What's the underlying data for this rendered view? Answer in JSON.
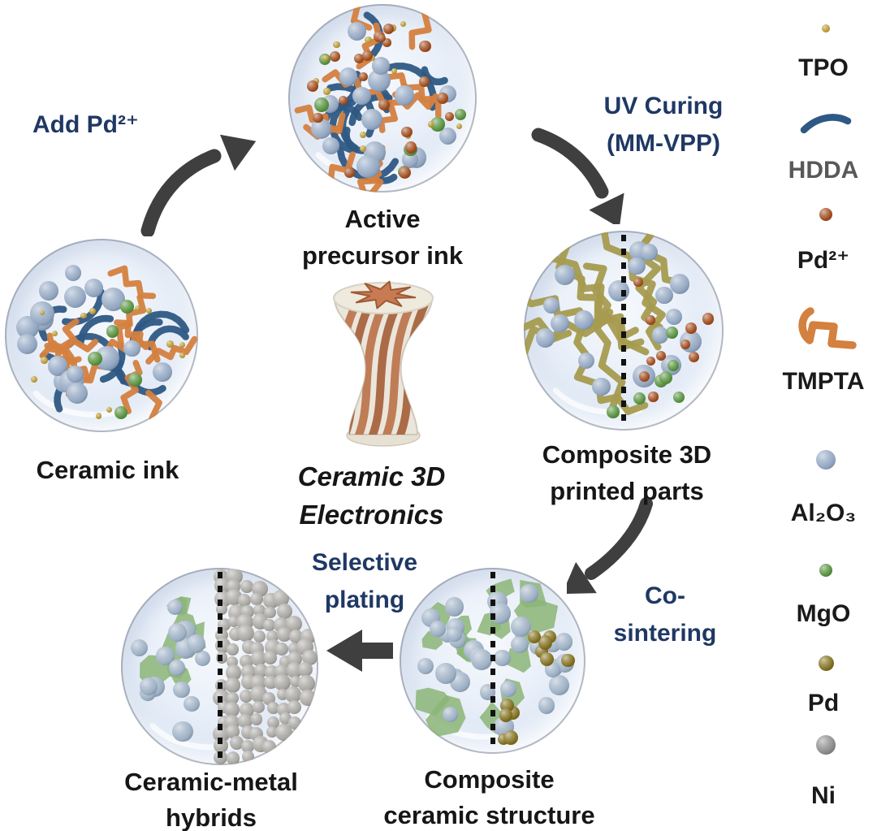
{
  "figure": {
    "type": "process-flow-diagram",
    "topic": "Ceramic 3D Electronics fabrication cycle"
  },
  "steps": {
    "add_pd": {
      "label": "Add Pd²⁺"
    },
    "uv_curing": {
      "line1": "UV Curing",
      "line2": "(MM-VPP)"
    },
    "co_sintering": {
      "line1": "Co-",
      "line2": "sintering"
    },
    "selective_plating": {
      "line1": "Selective",
      "line2": "plating"
    }
  },
  "nodes": {
    "ceramic_ink": {
      "label": "Ceramic ink",
      "materials": [
        "HDDA",
        "TMPTA",
        "TPO",
        "Al₂O₃",
        "MgO"
      ]
    },
    "active_ink": {
      "line1": "Active",
      "line2": "precursor ink",
      "materials": [
        "HDDA",
        "TMPTA",
        "TPO",
        "Al₂O₃",
        "MgO",
        "Pd²⁺"
      ]
    },
    "composite_printed": {
      "line1": "Composite 3D",
      "line2": "printed parts",
      "materials_left": [
        "Al₂O₃",
        "MgO"
      ],
      "materials_right": [
        "Al₂O₃",
        "MgO",
        "Pd²⁺"
      ]
    },
    "center_caption": {
      "line1": "Ceramic 3D",
      "line2": "Electronics"
    },
    "composite_ceramic": {
      "line1": "Composite",
      "line2": "ceramic structure",
      "materials_left": [
        "Al₂O₃",
        "MgO"
      ],
      "materials_right": [
        "Al₂O₃",
        "MgO",
        "Pd"
      ]
    },
    "ceramic_metal_hybrids": {
      "line1": "Ceramic-metal",
      "line2": "hybrids",
      "materials_left": [
        "Al₂O₃",
        "MgO"
      ],
      "materials_right": [
        "Ni"
      ]
    }
  },
  "legend": {
    "items": [
      {
        "label": "TPO",
        "icon": "sphere-icon",
        "color": "#b99a35",
        "size": "xs",
        "label_color": "#1a1a1a"
      },
      {
        "label": "HDDA",
        "icon": "curve-icon",
        "color": "#2e5984",
        "size": "",
        "label_color": "#595959"
      },
      {
        "label": "Pd²⁺",
        "icon": "sphere-icon",
        "color": "#a04c1d",
        "size": "sm",
        "label_color": "#1a1a1a"
      },
      {
        "label": "TMPTA",
        "icon": "squiggle-icon",
        "color": "#d4803f",
        "size": "",
        "label_color": "#1a1a1a"
      },
      {
        "label": "Al₂O₃",
        "icon": "sphere-icon",
        "color": "#93a7c2",
        "size": "lg",
        "label_color": "#1a1a1a"
      },
      {
        "label": "MgO",
        "icon": "sphere-icon",
        "color": "#57923f",
        "size": "sm",
        "label_color": "#1a1a1a"
      },
      {
        "label": "Pd",
        "icon": "sphere-icon",
        "color": "#82701f",
        "size": "md",
        "label_color": "#1a1a1a"
      },
      {
        "label": "Ni",
        "icon": "sphere-icon",
        "color": "#8c8c8c",
        "size": "lg",
        "label_color": "#1a1a1a"
      }
    ]
  },
  "colors": {
    "step_text": "#1f3864",
    "node_text": "#161616",
    "arrow": "#3f3f3f",
    "cured_polymer": "#a59b4f",
    "mgo_phase": "#8bb577",
    "ni_plating": "#a8a6a1",
    "sintered_alumina": "#9db0c4",
    "part_body": "#ebe6db",
    "part_copper": "#bd7750"
  }
}
